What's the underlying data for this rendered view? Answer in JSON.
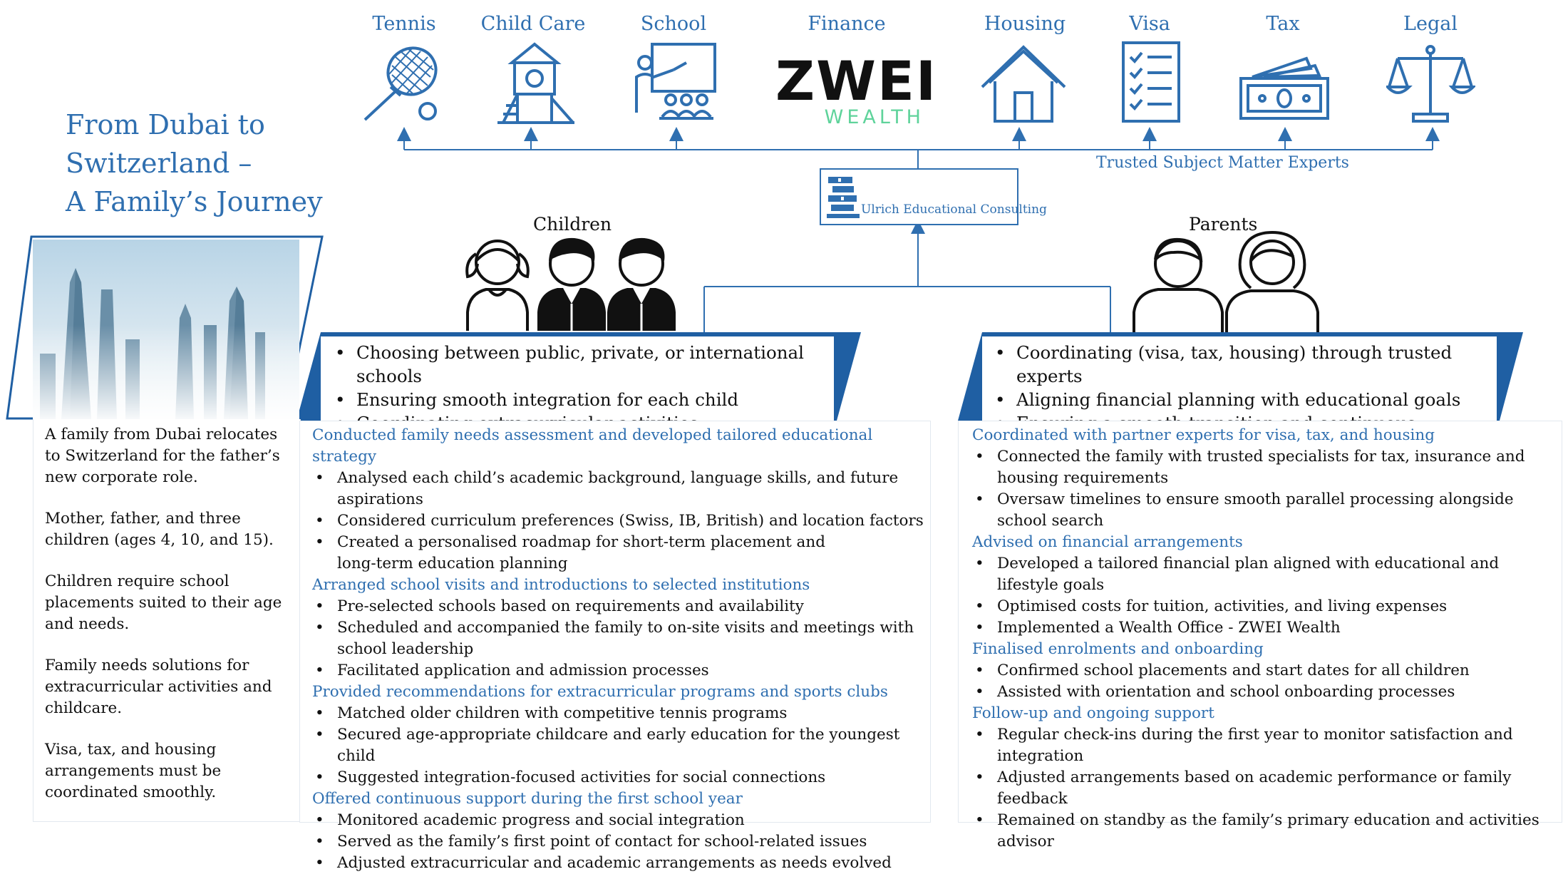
{
  "title": [
    "From Dubai to",
    "Switzerland –",
    "A Family’s Journey"
  ],
  "experts": [
    {
      "label": "Tennis",
      "icon": "tennis-racket-icon"
    },
    {
      "label": "Child Care",
      "icon": "playground-icon"
    },
    {
      "label": "School",
      "icon": "teacher-icon"
    },
    {
      "label": "Finance",
      "icon": "zwei-wealth-logo"
    },
    {
      "label": "Housing",
      "icon": "house-icon"
    },
    {
      "label": "Visa",
      "icon": "checklist-icon"
    },
    {
      "label": "Tax",
      "icon": "banknote-icon"
    },
    {
      "label": "Legal",
      "icon": "scales-icon"
    }
  ],
  "finance_logo": {
    "top": "ZWEI",
    "bottom": "WEALTH"
  },
  "experts_caption": "Trusted Subject Matter Experts",
  "consultancy": {
    "name": "Ulrich Educational Consulting",
    "icon": "books-stack-logo"
  },
  "children_label": "Children",
  "parents_label": "Parents",
  "children_highlights": [
    "Choosing between public, private, or international schools",
    "Ensuring smooth integration for each child",
    "Coordinating extracurricular activities"
  ],
  "parents_highlights": [
    "Coordinating (visa, tax, housing) through trusted experts",
    "Aligning financial planning with educational goals",
    "Ensuring a smooth transition and continuous guidance"
  ],
  "left_intro": [
    "A family from Dubai relocates to Switzerland for the father’s new corporate role.",
    "Mother, father, and three children (ages 4, 10, and 15).",
    "Children require school placements suited to their age and needs.",
    "Family needs solutions for extracurricular activities and childcare.",
    "Visa, tax, and housing arrangements must be coordinated smoothly."
  ],
  "children_sections": [
    {
      "heading": "Conducted family needs assessment and developed tailored educational strategy",
      "items": [
        "Analysed each child’s academic background, language skills, and future aspirations",
        "Considered curriculum preferences (Swiss, IB, British) and location factors",
        "Created a personalised roadmap for short-term placement and long-term education planning"
      ]
    },
    {
      "heading": "Arranged school visits and introductions to selected institutions",
      "items": [
        "Pre-selected schools based on requirements and availability",
        "Scheduled and accompanied the family to on-site visits and meetings with school leadership",
        "Facilitated application and admission processes"
      ]
    },
    {
      "heading": "Provided recommendations for extracurricular programs and sports clubs",
      "items": [
        "Matched older children with competitive tennis programs",
        "Secured age-appropriate childcare and early education for the youngest child",
        "Suggested integration-focused activities for social connections"
      ]
    },
    {
      "heading": "Offered continuous support during the first school year",
      "items": [
        "Monitored academic progress and social integration",
        "Served as the family’s first point of contact for school-related issues",
        "Adjusted extracurricular and academic arrangements as needs evolved"
      ]
    }
  ],
  "parents_sections": [
    {
      "heading": "Coordinated with partner experts for visa, tax, and housing",
      "items": [
        "Connected the family with trusted specialists for tax, insurance and housing requirements",
        "Oversaw timelines to ensure smooth parallel processing alongside school search"
      ]
    },
    {
      "heading": "Advised on financial arrangements",
      "items": [
        "Developed a tailored financial plan aligned with educational and lifestyle goals",
        "Optimised costs for tuition, activities, and living expenses",
        "Implemented a Wealth Office - ZWEI Wealth"
      ]
    },
    {
      "heading": "Finalised enrolments and onboarding",
      "items": [
        "Confirmed school placements and start dates for all children",
        "Assisted with orientation and school onboarding processes"
      ]
    },
    {
      "heading": "Follow-up and ongoing support",
      "items": [
        "Regular check-ins during the first year to monitor satisfaction and integration",
        "Adjusted arrangements based on academic performance or family feedback",
        "Remained on standby as the family’s primary education and activities advisor"
      ]
    }
  ],
  "photo": {
    "description_icon": "city-skyline-photo"
  },
  "colors": {
    "accent": "#2f6fb0",
    "dark": "#1f5fa3",
    "logo_green": "#5fd39b"
  }
}
